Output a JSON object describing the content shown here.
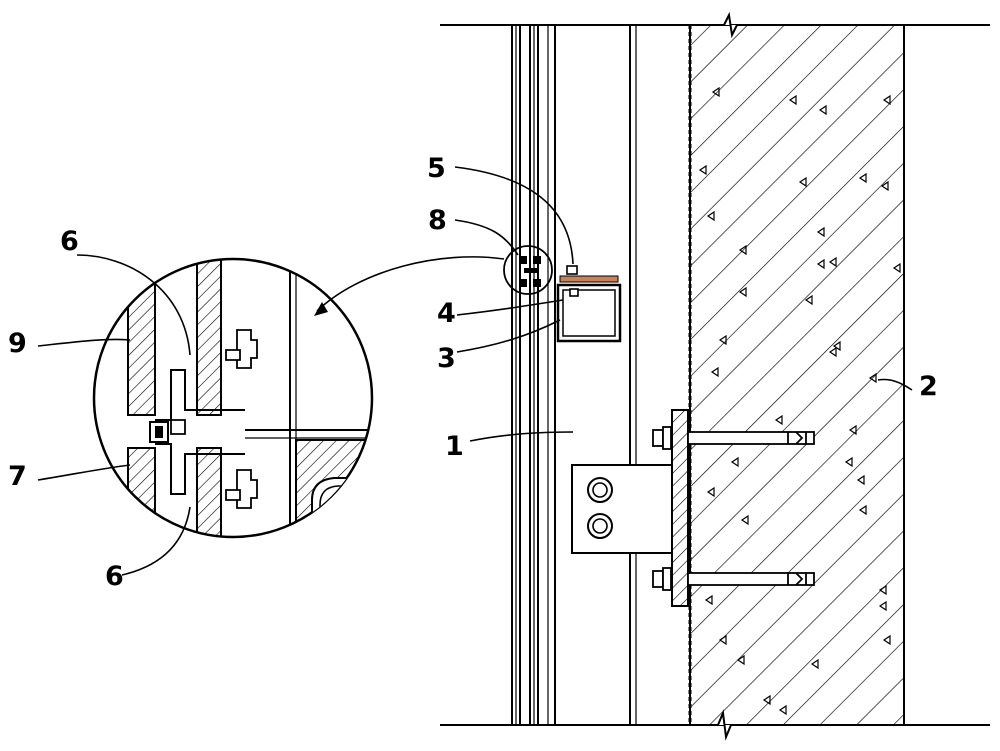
{
  "figure": {
    "callouts": [
      {
        "id": "c1",
        "text": "1"
      },
      {
        "id": "c2",
        "text": "2"
      },
      {
        "id": "c3",
        "text": "3"
      },
      {
        "id": "c4",
        "text": "4"
      },
      {
        "id": "c5",
        "text": "5"
      },
      {
        "id": "c6a",
        "text": "6"
      },
      {
        "id": "c6b",
        "text": "6"
      },
      {
        "id": "c7",
        "text": "7"
      },
      {
        "id": "c8",
        "text": "8"
      },
      {
        "id": "c9",
        "text": "9"
      }
    ],
    "colors": {
      "ink": "#000000",
      "background": "#ffffff",
      "gasket_accent": "#c8825a"
    }
  }
}
